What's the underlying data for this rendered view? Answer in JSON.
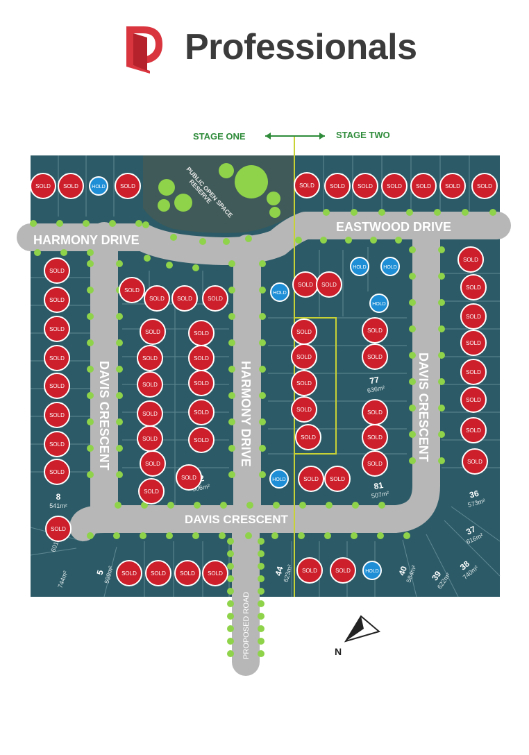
{
  "brand": {
    "name": "Professionals"
  },
  "colors": {
    "lot": "#2c5b67",
    "road": "#b7b7b7",
    "green": "#8fd34a",
    "sold": "#cc1f2b",
    "hold": "#1e8fd6",
    "stage_label": "#2e8b3a",
    "stage_line": "#c9d234",
    "logo": "#d9353f"
  },
  "stages": {
    "one": "STAGE ONE",
    "two": "STAGE TWO"
  },
  "streets": {
    "harmony_top": "HARMONY DRIVE",
    "harmony_vertical": "HARMONY DRIVE",
    "eastwood": "EASTWOOD DRIVE",
    "davis_left": "DAVIS CRESCENT",
    "davis_right": "DAVIS CRESCENT",
    "davis_bottom": "DAVIS CRESCENT",
    "proposed_road": "PROPOSED ROAD"
  },
  "public_open_space": {
    "line1": "PUBLIC OPEN SPACE",
    "line2": "RESERVE"
  },
  "status_labels": {
    "sold": "SOLD",
    "hold": "HOLD"
  },
  "compass": {
    "label": "N"
  },
  "lots": [
    {
      "number": "8",
      "area": "541m²"
    },
    {
      "number": "5",
      "area": "599m²"
    },
    {
      "number": "62",
      "area": "506m²"
    },
    {
      "number": "44",
      "area": "623m²"
    },
    {
      "number": "40",
      "area": "584m²"
    },
    {
      "number": "39",
      "area": "622m²"
    },
    {
      "number": "38",
      "area": "740m²"
    },
    {
      "number": "37",
      "area": "616m²"
    },
    {
      "number": "36",
      "area": "573m²"
    },
    {
      "number": "81",
      "area": "507m²"
    },
    {
      "number": "77",
      "area": "636m²"
    },
    {
      "number": "",
      "area": "744m²"
    },
    {
      "number": "",
      "area": "601m²"
    }
  ],
  "markers": [
    "sold",
    "sold",
    "hold",
    "sold",
    "sold",
    "sold",
    "sold",
    "sold",
    "sold",
    "sold",
    "sold",
    "sold",
    "sold",
    "sold",
    "sold",
    "sold",
    "sold",
    "sold",
    "sold",
    "hold",
    "sold",
    "sold",
    "sold",
    "sold",
    "sold",
    "sold",
    "sold",
    "sold",
    "sold",
    "sold",
    "sold",
    "sold",
    "sold",
    "sold",
    "sold",
    "sold",
    "sold",
    "sold",
    "sold",
    "sold",
    "sold",
    "sold",
    "sold",
    "sold",
    "sold",
    "sold",
    "hold",
    "sold",
    "sold",
    "hold",
    "hold",
    "hold",
    "sold",
    "sold",
    "sold",
    "sold",
    "sold",
    "sold",
    "sold",
    "sold",
    "sold",
    "sold",
    "sold",
    "sold",
    "sold",
    "sold",
    "sold",
    "sold",
    "sold",
    "hold",
    "sold"
  ]
}
